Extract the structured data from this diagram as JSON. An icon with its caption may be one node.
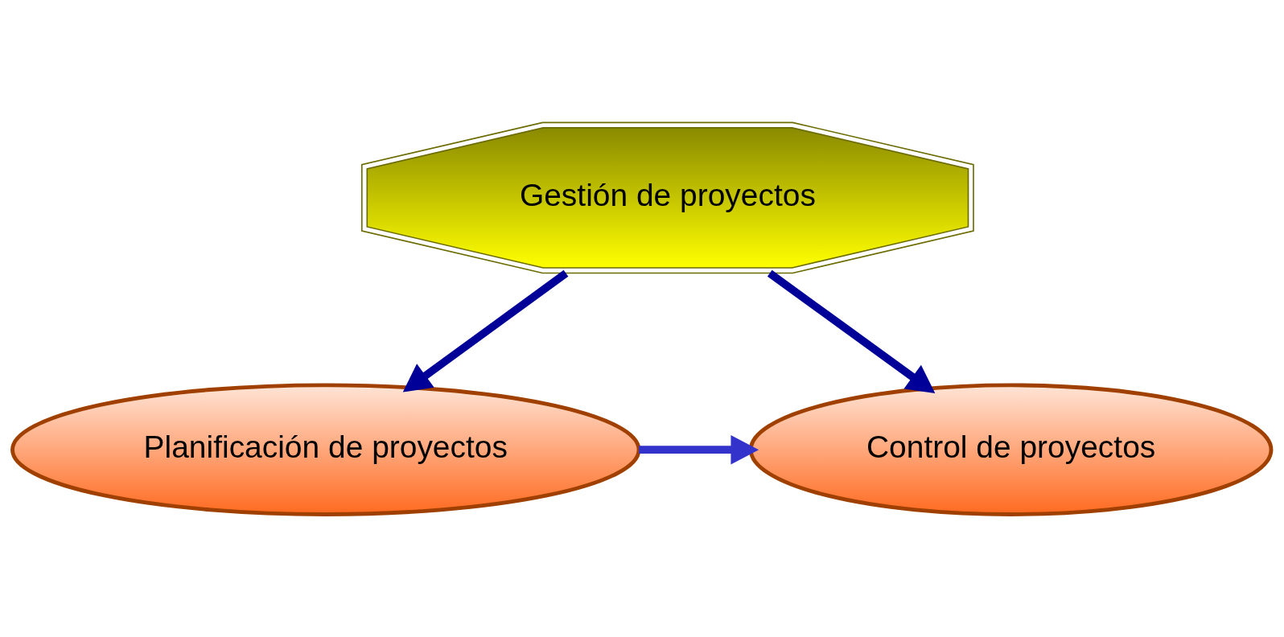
{
  "diagram": {
    "nodes": [
      {
        "text": [
          "Gestión de proyectos"
        ]
      },
      {
        "text": [
          "Planificación de proyectos"
        ]
      },
      {
        "text": [
          "Control de proyectos"
        ]
      }
    ],
    "edges": [
      {
        "from": 0,
        "to": 1,
        "arrow": "to"
      },
      {
        "from": 0,
        "to": 2,
        "arrow": "to"
      },
      {
        "from": 1,
        "to": 2,
        "arrow": "to",
        "color": "#3333cc"
      }
    ]
  }
}
